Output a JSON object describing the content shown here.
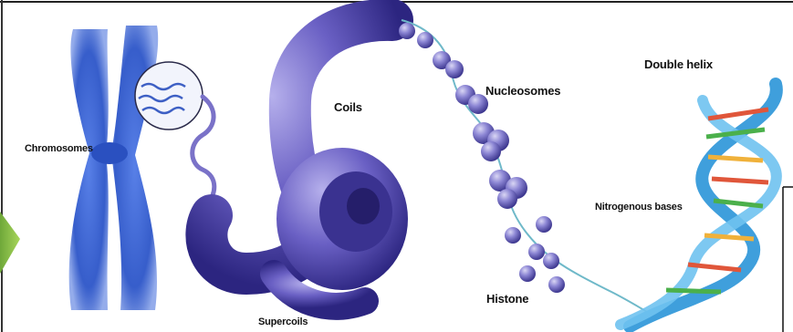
{
  "labels": {
    "chromosomes": "Chromosomes",
    "coils": "Coils",
    "nucleosomes": "Nucleosomes",
    "double_helix": "Double helix",
    "nitrogenous_bases": "Nitrogenous bases",
    "histone": "Histone",
    "supercoils": "Supercoils"
  },
  "colors": {
    "chromosome_blue": "#3a5fd0",
    "coil_purple": "#5a4fb0",
    "bead_purple": "#7f78cc",
    "helix_blue": "#4aa8e0",
    "slide_accent_green": "#8fc13a"
  }
}
